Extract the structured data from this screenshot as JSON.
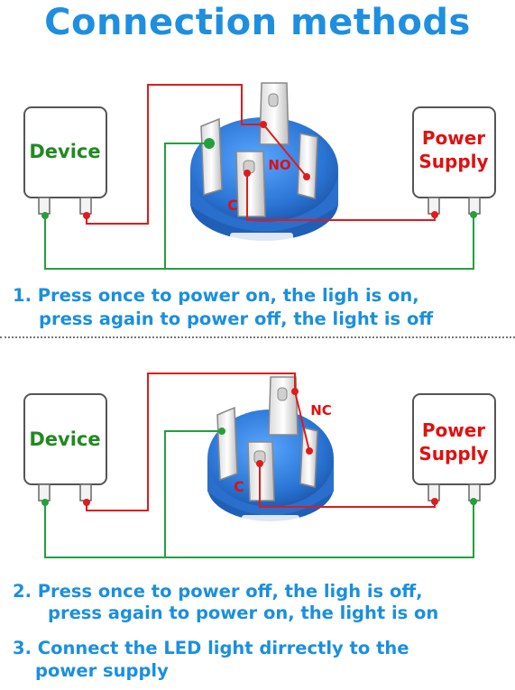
{
  "title": "Connection methods",
  "colors": {
    "title": "#1e8fe0",
    "caption": "#1a8fe0",
    "device_label": "#1f8a1f",
    "power_label": "#e01010",
    "wire_red": "#e01b1b",
    "wire_green": "#23a03c",
    "switch_body": "#2f7fd6"
  },
  "diagram1": {
    "device_label": "Device",
    "power_label_line1": "Power",
    "power_label_line2": "Supply",
    "terminal_no": "NO",
    "terminal_c": "C"
  },
  "diagram2": {
    "device_label": "Device",
    "power_label_line1": "Power",
    "power_label_line2": "Supply",
    "terminal_nc": "NC",
    "terminal_c": "C"
  },
  "captions": {
    "c1_line1": "1. Press once to power on, the ligh is on,",
    "c1_line2": "press again to power off, the light is off",
    "c2_line1": "2. Press once to power off, the ligh is off,",
    "c2_line2": "press again to power on, the light is on",
    "c3_line1": "3. Connect the LED light dirrectly to the",
    "c3_line2": "power supply"
  }
}
